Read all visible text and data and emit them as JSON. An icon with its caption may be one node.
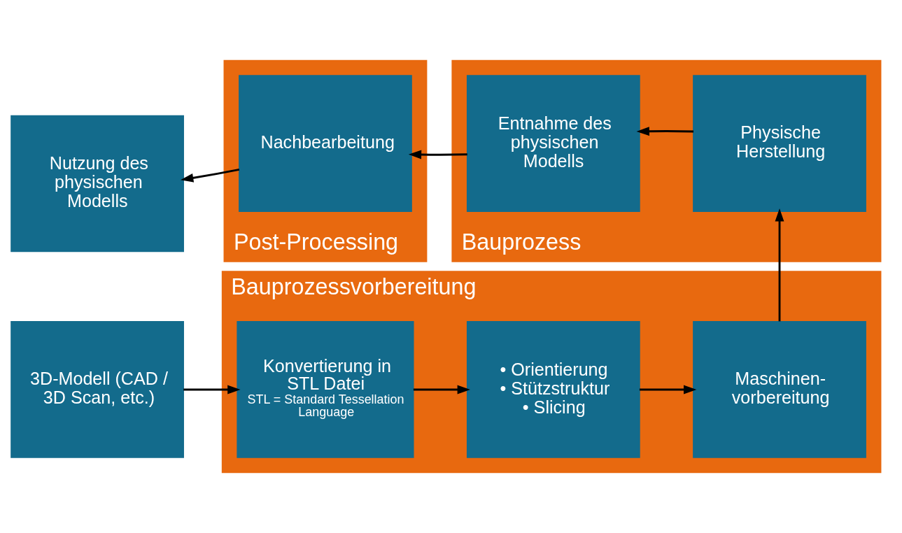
{
  "diagram": {
    "nodes": [
      {
        "text": [
          "3D-Modell (CAD / 3D Scan, etc.)"
        ]
      },
      {
        "text": [
          "Bauprozessvorbereitung"
        ]
      },
      {
        "text": [
          "Konvertierung in STL Datei",
          "STL = Standard Tessellation Language"
        ],
        "in": 1
      },
      {
        "text": [
          "• Orientierung",
          "• Stützstruktur",
          "• Slicing"
        ],
        "in": 1
      },
      {
        "text": [
          "Maschinen- vorbereitung"
        ],
        "in": 1
      },
      {
        "text": [
          "Nutzung des physischen Modells"
        ]
      },
      {
        "text": [
          "Post-Processing"
        ]
      },
      {
        "text": [
          "Nachbearbeitung"
        ],
        "in": 6
      },
      {
        "text": [
          "Bauprozess"
        ]
      },
      {
        "text": [
          "Entnahme des physischen Modells"
        ],
        "in": 8
      },
      {
        "text": [
          "Physische Herstellung"
        ],
        "in": 8
      }
    ],
    "edges": [
      {
        "from": 0,
        "to": 2,
        "arrow": "to"
      },
      {
        "from": 2,
        "to": 3,
        "arrow": "to"
      },
      {
        "from": 3,
        "to": 4,
        "arrow": "to"
      },
      {
        "from": 4,
        "to": 10,
        "arrow": "to"
      },
      {
        "from": 10,
        "to": 9,
        "arrow": "to"
      },
      {
        "from": 9,
        "to": 7,
        "arrow": "to"
      },
      {
        "from": 7,
        "to": 5,
        "arrow": "to"
      }
    ]
  }
}
